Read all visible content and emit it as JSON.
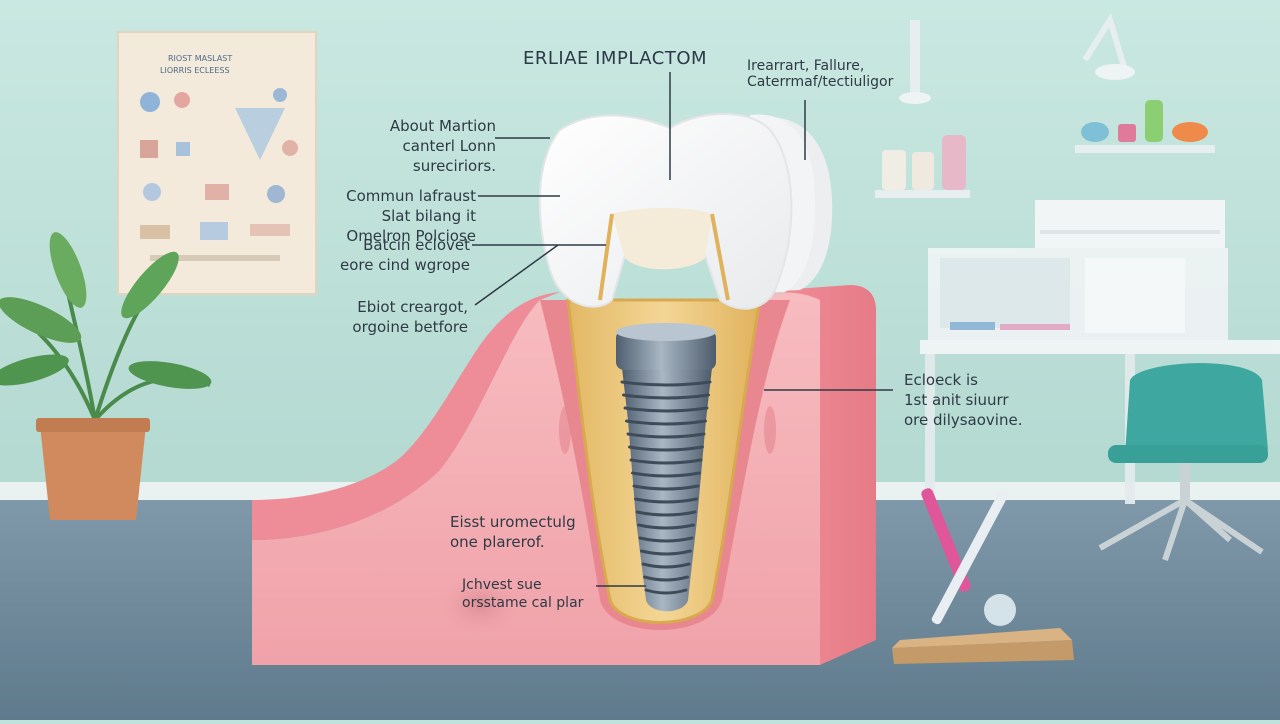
{
  "diagram": {
    "title": "ERLIAE IMPLACTOM",
    "labels": {
      "top_right": [
        "Irearrart, Fallure,",
        "Caterrmaf/tectiuligor"
      ],
      "left_1": [
        "About Martion",
        "canterl Lonn",
        "sureciriors."
      ],
      "left_2": [
        "Commun lafraust",
        "Slat bilang it",
        "Omelron Polciose"
      ],
      "left_3": [
        "Batcin eclovet",
        "eore cind wgrope"
      ],
      "left_4": [
        "Ebiot creargot,",
        "orgoine betfore"
      ],
      "right_mid": [
        "Ecloeck is",
        "1st anit  siuurr",
        "ore dilysaovine."
      ],
      "bottom_1": [
        "Eisst uromectulg",
        "one plarerof."
      ],
      "bottom_2": [
        "Jchvest sue",
        "orsstame cal plar"
      ]
    },
    "poster": {
      "heading_1": "RIOST MASLAST",
      "heading_2": "LIORRIS ECLEESS"
    }
  },
  "colors": {
    "wall": "#bfe3db",
    "floor": "#6f8a9c",
    "gum": "#f2a6ac",
    "bone": "#e9c77a",
    "crown": "#fbfbfb",
    "implant": "#7d8e9e",
    "ink": "#2f3a45"
  }
}
